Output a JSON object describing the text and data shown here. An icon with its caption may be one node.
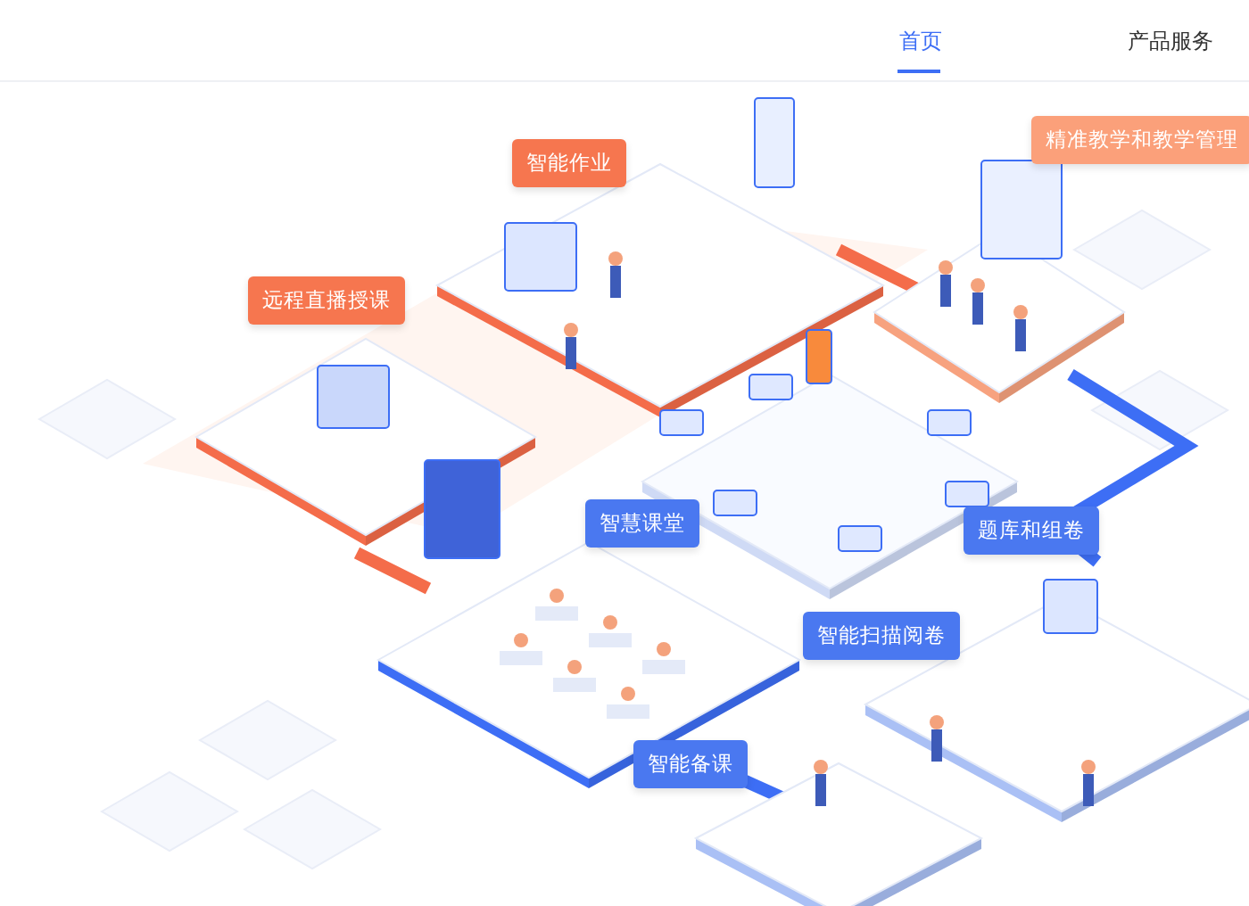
{
  "diagram": {
    "nodes": [
      {
        "text": [
          "智能作业"
        ]
      },
      {
        "text": [
          "精准教学和教学管理"
        ]
      },
      {
        "text": [
          "远程直播授课"
        ]
      },
      {
        "text": [
          "智慧课堂"
        ]
      },
      {
        "text": [
          "题库和组卷"
        ]
      },
      {
        "text": [
          "智能扫描阅卷"
        ]
      },
      {
        "text": [
          "智能备课"
        ]
      }
    ],
    "labels": [
      "首页",
      "产品服务"
    ]
  }
}
